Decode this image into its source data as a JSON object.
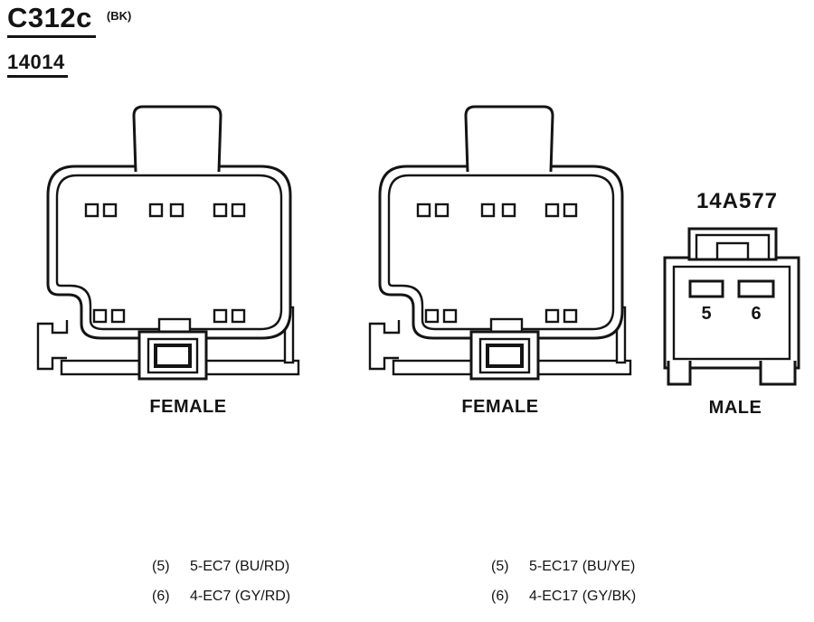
{
  "page": {
    "background": "#ffffff",
    "ink": "#141414"
  },
  "header": {
    "connector_id": "C312c",
    "color_code": "(BK)",
    "part_number": "14014"
  },
  "connectors": [
    {
      "gender_label": "FEMALE"
    },
    {
      "gender_label": "FEMALE"
    },
    {
      "gender_label": "MALE",
      "part_label": "14A577",
      "pins": [
        "5",
        "6"
      ]
    }
  ],
  "pin_lists": [
    {
      "rows": [
        {
          "pin": "(5)",
          "circuit": "5-EC7 (BU/RD)"
        },
        {
          "pin": "(6)",
          "circuit": "4-EC7 (GY/RD)"
        }
      ]
    },
    {
      "rows": [
        {
          "pin": "(5)",
          "circuit": "5-EC17 (BU/YE)"
        },
        {
          "pin": "(6)",
          "circuit": "4-EC17 (GY/BK)"
        }
      ]
    }
  ]
}
